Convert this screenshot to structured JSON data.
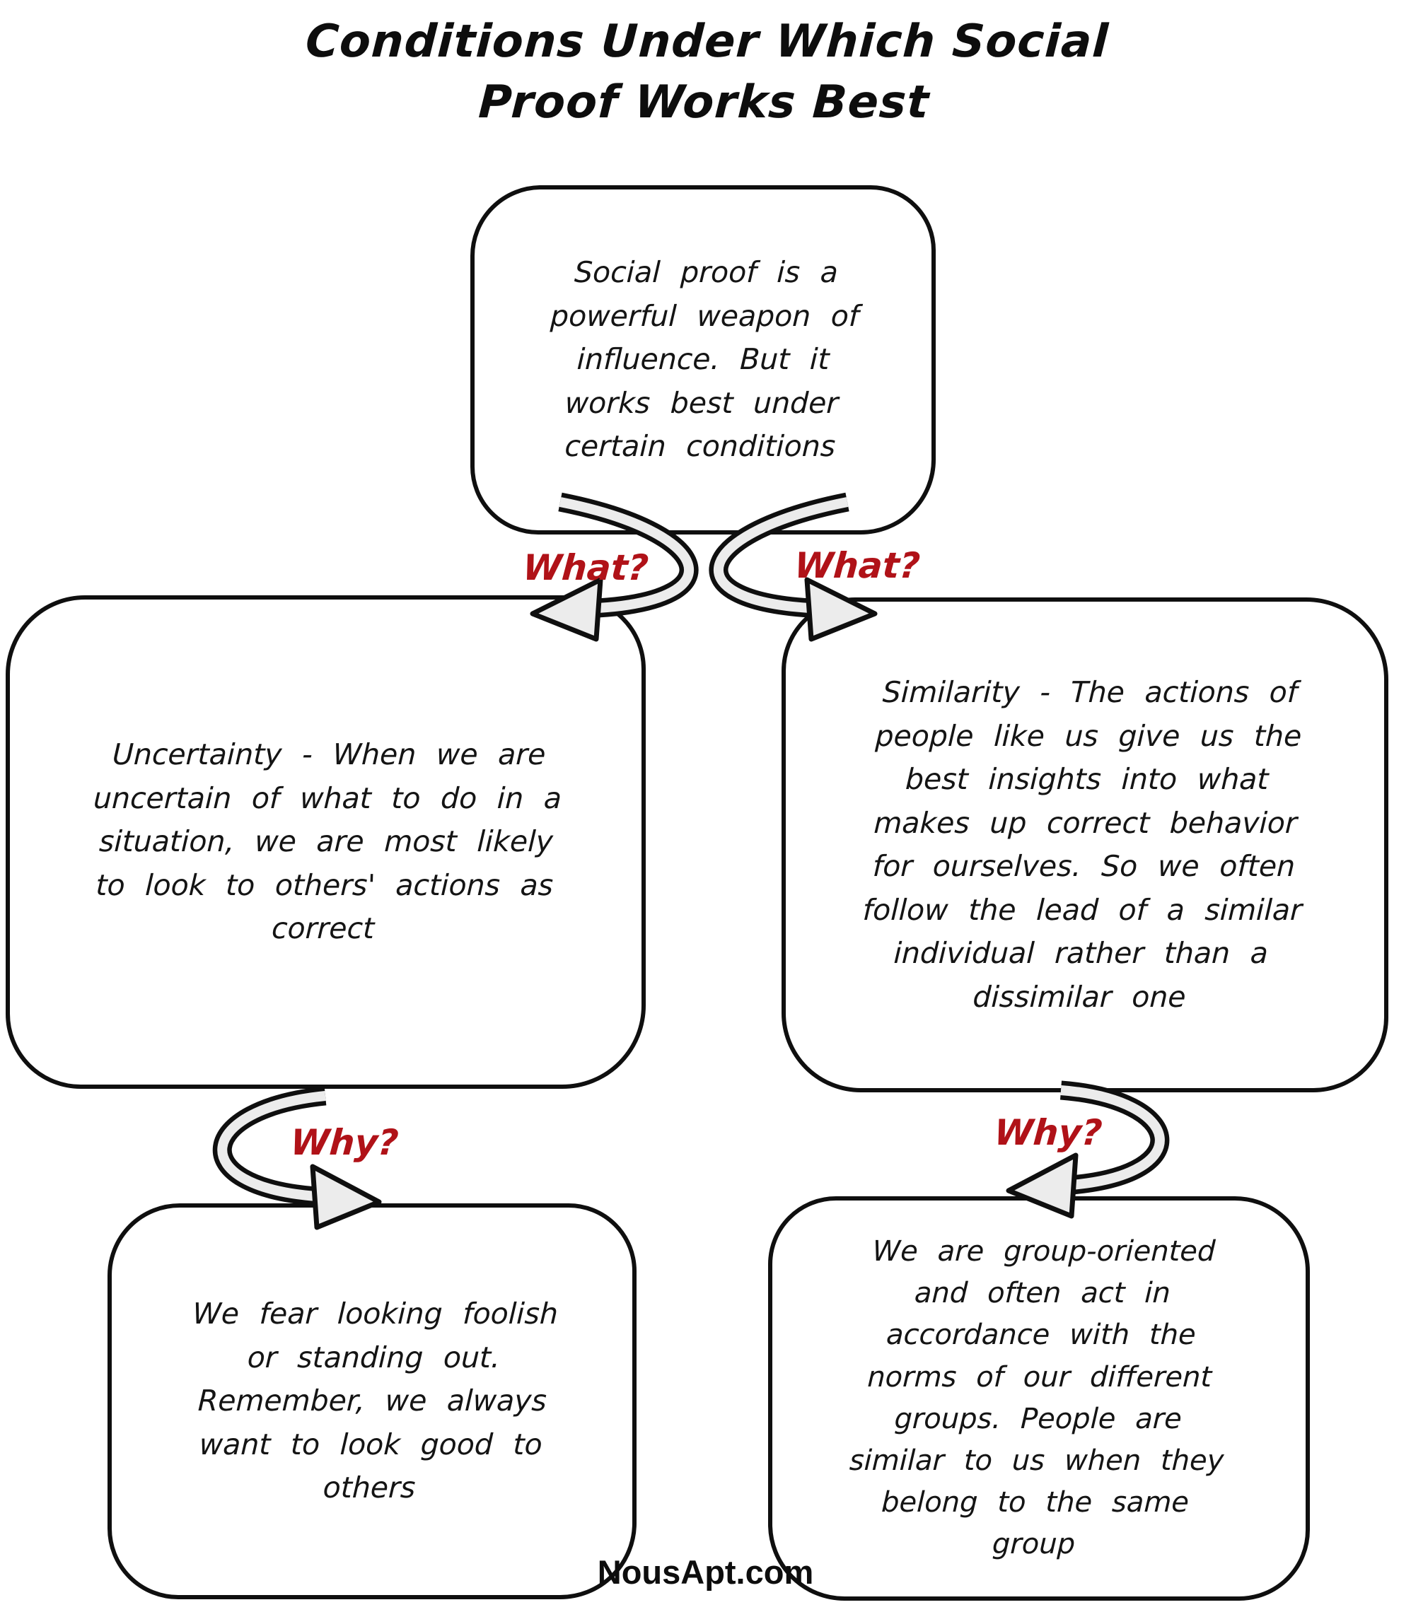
{
  "title": {
    "text": "Conditions Under Which Social\nProof Works Best"
  },
  "nodes": {
    "root": {
      "text": "Social proof is a\npowerful weapon of\ninfluence. But it\nworks best under\ncertain conditions"
    },
    "uncertainty": {
      "text": "Uncertainty - When we are\nuncertain of what to do in a\nsituation, we are most likely\nto look to others' actions as\ncorrect"
    },
    "similarity": {
      "text": "Similarity - The actions of\npeople like us give us the\nbest insights into what\nmakes up correct behavior\nfor ourselves. So we often\nfollow the lead of a similar\nindividual rather than a\ndissimilar one"
    },
    "uncertainty_reason": {
      "text": "We fear looking foolish\nor standing out.\nRemember, we always\nwant to look good to\nothers"
    },
    "similarity_reason": {
      "text": "We are group-oriented\nand often act in\naccordance with the\nnorms of our different\ngroups. People are\nsimilar to us when they\nbelong to the same\ngroup"
    }
  },
  "labels": {
    "what_left": "What?",
    "what_right": "What?",
    "why_left": "Why?",
    "why_right": "Why?"
  },
  "footer": {
    "text": "NousApt.com"
  },
  "colors": {
    "question_red": "#B01218",
    "outline_black": "#0f0f0f",
    "ribbon_gray": "#ececec",
    "background": "#ffffff"
  }
}
